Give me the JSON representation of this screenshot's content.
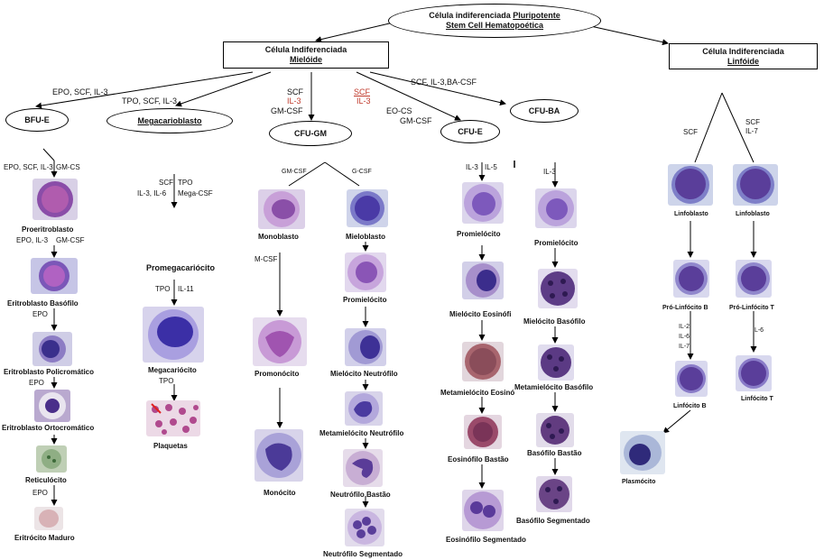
{
  "root": {
    "line1_plain": "Célula indiferenciada ",
    "line1_underlined": "Pluripotente",
    "line2": "Stem Cell Hematopoética"
  },
  "myeloid": {
    "line1": "Célula Indiferenciada",
    "line2": "Mielóide"
  },
  "lymphoid": {
    "line1": "Célula Indiferenciada",
    "line2": "Linfóide"
  },
  "nodes": {
    "bfue": "BFU-E",
    "mega": "Megacarioblasto",
    "cfugm": "CFU-GM",
    "cfue": "CFU-E",
    "cfuba": "CFU-BA"
  },
  "factors": {
    "to_bfue": "EPO, SCF, IL-3",
    "to_mega": "TPO, SCF, IL-3",
    "to_cfugm_1": "SCF",
    "to_cfugm_2": "IL-3",
    "to_cfugm_3": "GM-CSF",
    "to_cfue_1": "SCF",
    "to_cfue_2": "IL-3",
    "to_cfue_3": "EO-CS",
    "to_cfue_4": "GM-CSF",
    "to_cfuba": "SCF, IL-3,BA-CSF",
    "ery_1": "EPO, SCF, IL-3",
    "ery_2": "GM-CS",
    "ery_3": "EPO, IL-3",
    "ery_4": "GM-CSF",
    "ery_5": "EPO",
    "ery_6": "EPO",
    "ery_7": "EPO",
    "meg_1": "SCF",
    "meg_2": "TPO",
    "meg_3": "IL-3, IL-6",
    "meg_4": "Mega-CSF",
    "meg_5": "TPO",
    "meg_6": "IL-11",
    "meg_7": "TPO",
    "gm_left": "GM-CSF",
    "gm_right": "G-CSF",
    "mono_1": "M-CSF",
    "eos_1": "IL-3",
    "eos_2": "IL-5",
    "bas_1": "IL-3",
    "lym_1": "SCF",
    "lym_2": "SCF",
    "lym_3": "IL-7",
    "lymb_1": "IL-2",
    "lymb_2": "IL-6",
    "lymb_3": "IL-7",
    "lymt_1": "IL-6"
  },
  "cells": {
    "proeritroblasto": "Proeritroblasto",
    "eritroblasto_basofilo": "Eritroblasto Basófilo",
    "eritroblasto_policromatico": "Eritroblasto Policromático",
    "eritroblasto_ortocromatico": "Eritroblasto Ortocromático",
    "reticulocito": "Reticulócito",
    "eritrocito_maduro": "Eritrócito Maduro",
    "promegacariocito": "Promegacariócito",
    "megacariocito": "Megacariócito",
    "plaquetas": "Plaquetas",
    "monoblasto": "Monoblasto",
    "promonocito": "Promonócito",
    "monocito": "Monócito",
    "mieloblasto": "Mieloblasto",
    "promielocito_n": "Promielócito",
    "mielocito_neutrofilo": "Mielócito Neutrófilo",
    "metamielocito_neutrofilo": "Metamielócito Neutrófilo",
    "neutrofilo_bastao": "Neutrófilo  Bastão",
    "neutrofilo_segmentado": "Neutrófilo Segmentado",
    "promielocito_e": "Promielócito",
    "mielocito_eosinofilo": "Mielócito Eosinófi",
    "metamielocito_eosinofilo": "Metamielócito Eosinó",
    "eosinofilo_bastao": "Eosinófilo Bastão",
    "eosinofilo_segmentado": "Eosinófilo Segmentado",
    "promielocito_b": "Promielócito",
    "mielocito_basofilo": "Mielócito  Basófilo",
    "metamielocito_basofilo": "Metamielócito Basófilo",
    "basofilo_bastao": "Basófilo  Bastão",
    "basofilo_segmentado": "Basófilo Segmentado",
    "linfoblasto_b": "Linfoblasto",
    "linfoblasto_t": "Linfoblasto",
    "pro_linfocito_b": "Pró-Linfócito B",
    "pro_linfocito_t": "Pró-Linfócito T",
    "linfocito_b": "Linfócito B",
    "linfocito_t": "Linfócito T",
    "plasmocito": "Plasmócito"
  },
  "colors": {
    "nucleus": "#5a3e9a",
    "cytoplasm": "#c9b6e6",
    "background": "#e7e1ef",
    "eosinophil": "#9a4a6a",
    "ink": "#000000"
  }
}
